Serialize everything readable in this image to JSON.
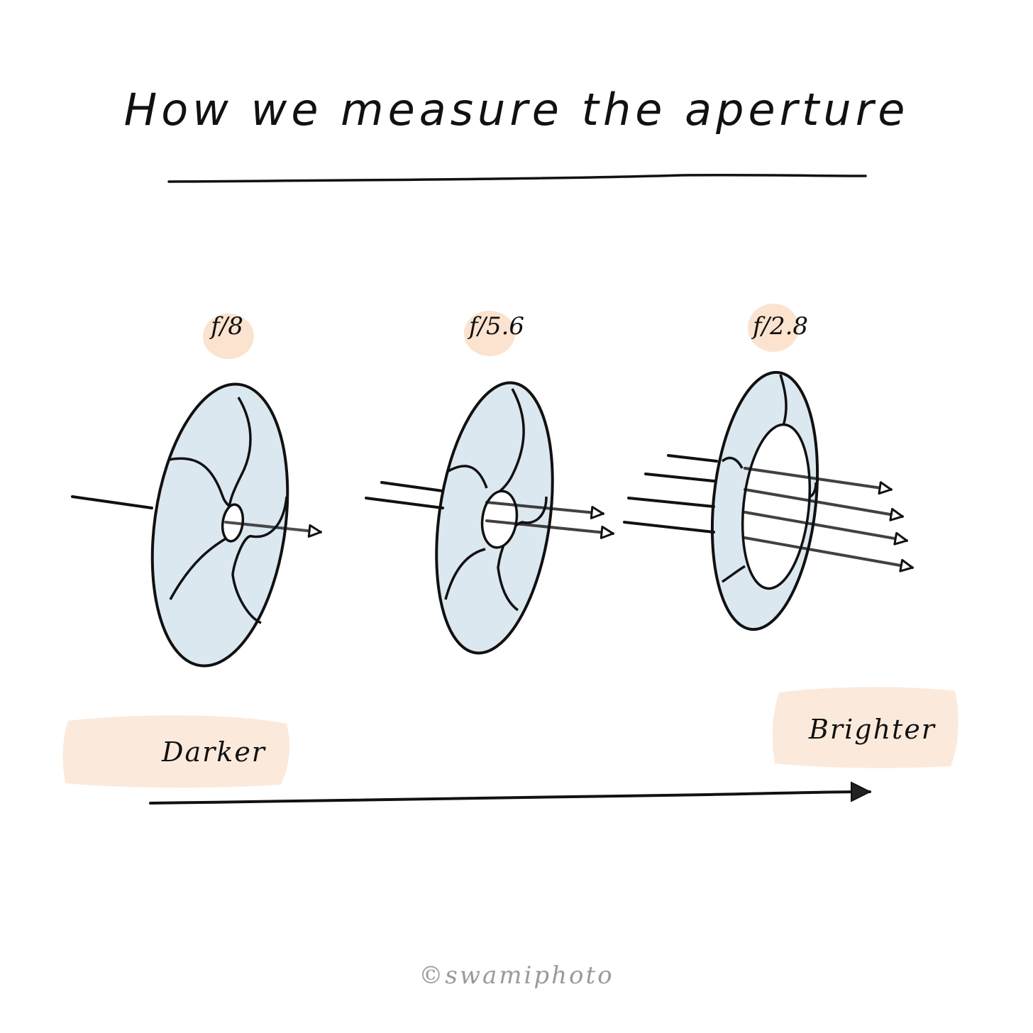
{
  "title": "How we measure the aperture",
  "apertures": [
    {
      "label": "f/8"
    },
    {
      "label": "f/5.6"
    },
    {
      "label": "f/2.8"
    }
  ],
  "scale": {
    "start_label": "Darker",
    "end_label": "Brighter"
  },
  "credit": "©swamiphoto",
  "colors": {
    "ink": "#111111",
    "glass": "#dce8f0",
    "wash": "#fbe8d8",
    "credit": "#9a9a9a"
  }
}
